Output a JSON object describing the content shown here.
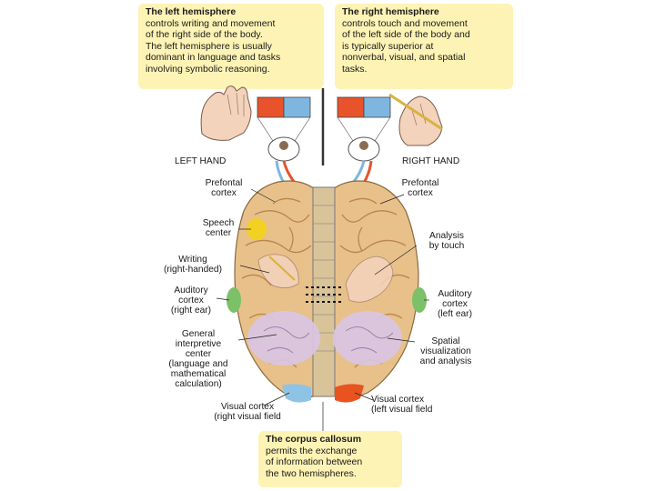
{
  "left_box": {
    "title": "The left hemisphere",
    "lines": [
      "controls writing and movement",
      "of the right side of the body.",
      "The left hemisphere is usually",
      "dominant in language and tasks",
      "involving symbolic reasoning."
    ]
  },
  "right_box": {
    "title": "The right hemisphere",
    "lines": [
      "controls touch and movement",
      "of the left side of the body and",
      "is typically superior at",
      "nonverbal, visual, and spatial",
      "tasks."
    ]
  },
  "bottom_box": {
    "title": "The corpus callosum",
    "lines": [
      "permits the exchange",
      "of information between",
      "the two hemispheres."
    ]
  },
  "left_labels": {
    "left_hand": "LEFT HAND",
    "prefrontal": [
      "Prefontal",
      "cortex"
    ],
    "speech": [
      "Speech",
      "center"
    ],
    "writing": [
      "Writing",
      "(right-handed)"
    ],
    "auditory": [
      "Auditory",
      "cortex",
      "(right ear)"
    ],
    "interpretive": [
      "General",
      "interpretive",
      "center",
      "(language and",
      "mathematical",
      "calculation)"
    ],
    "visual": [
      "Visual cortex",
      "(right visual field"
    ]
  },
  "right_labels": {
    "right_hand": "RIGHT HAND",
    "prefrontal": [
      "Prefontal",
      "cortex"
    ],
    "analysis": [
      "Analysis",
      "by touch"
    ],
    "auditory": [
      "Auditory",
      "cortex",
      "(left ear)"
    ],
    "spatial": [
      "Spatial",
      "visualization",
      "and analysis"
    ],
    "visual": [
      "Visual cortex",
      "(left visual field"
    ]
  },
  "colors": {
    "box_fill": "#fdf3b5",
    "cortex": "#e8c08a",
    "cortex_fold": "#b8864e",
    "speech": "#f2d21e",
    "auditory": "#7cc06a",
    "interpretive": "#d9c6e3",
    "visual_left": "#8ec3e6",
    "visual_right": "#e8531f",
    "field_red": "#e8532b",
    "field_blue": "#7fb6e0"
  },
  "icons": [
    "left-hand-icon",
    "right-hand-icon",
    "eye-icon",
    "brain-icon",
    "pencil-icon"
  ]
}
